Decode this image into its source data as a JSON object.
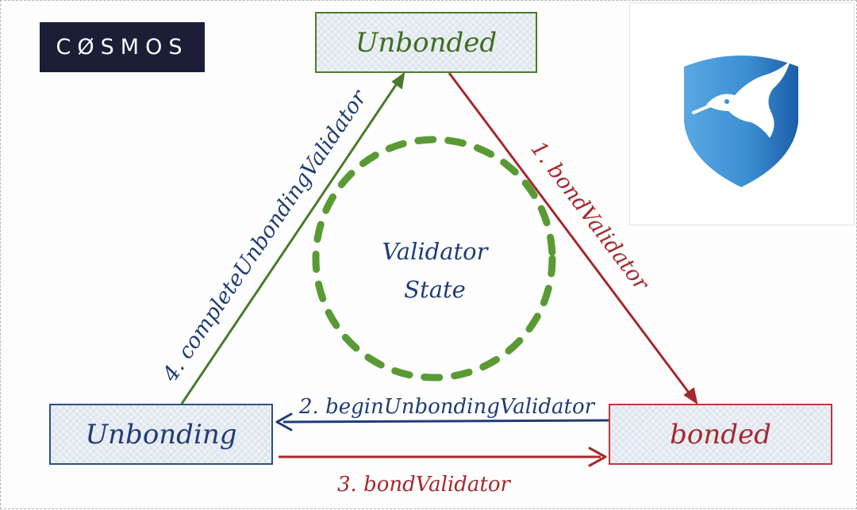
{
  "logo": {
    "text": "CØSMOS"
  },
  "states": {
    "unbonded": "Unbonded",
    "unbonding": "Unbonding",
    "bonded": "bonded"
  },
  "center": {
    "line1": "Validator",
    "line2": "State"
  },
  "transitions": {
    "t1": "1. bondValidator",
    "t2": "2. beginUnbondingValidator",
    "t3": "3. bondValidator",
    "t4": "4. completeUnbondingValidator"
  },
  "colors": {
    "green": "#4a7a2b",
    "blue": "#1f3d74",
    "red": "#a6282d",
    "circle": "#5a9a35",
    "shield": "#3f8fd0",
    "logo_bg": "#1b1e36"
  },
  "icons": {
    "shield": "hummingbird-shield-icon"
  }
}
